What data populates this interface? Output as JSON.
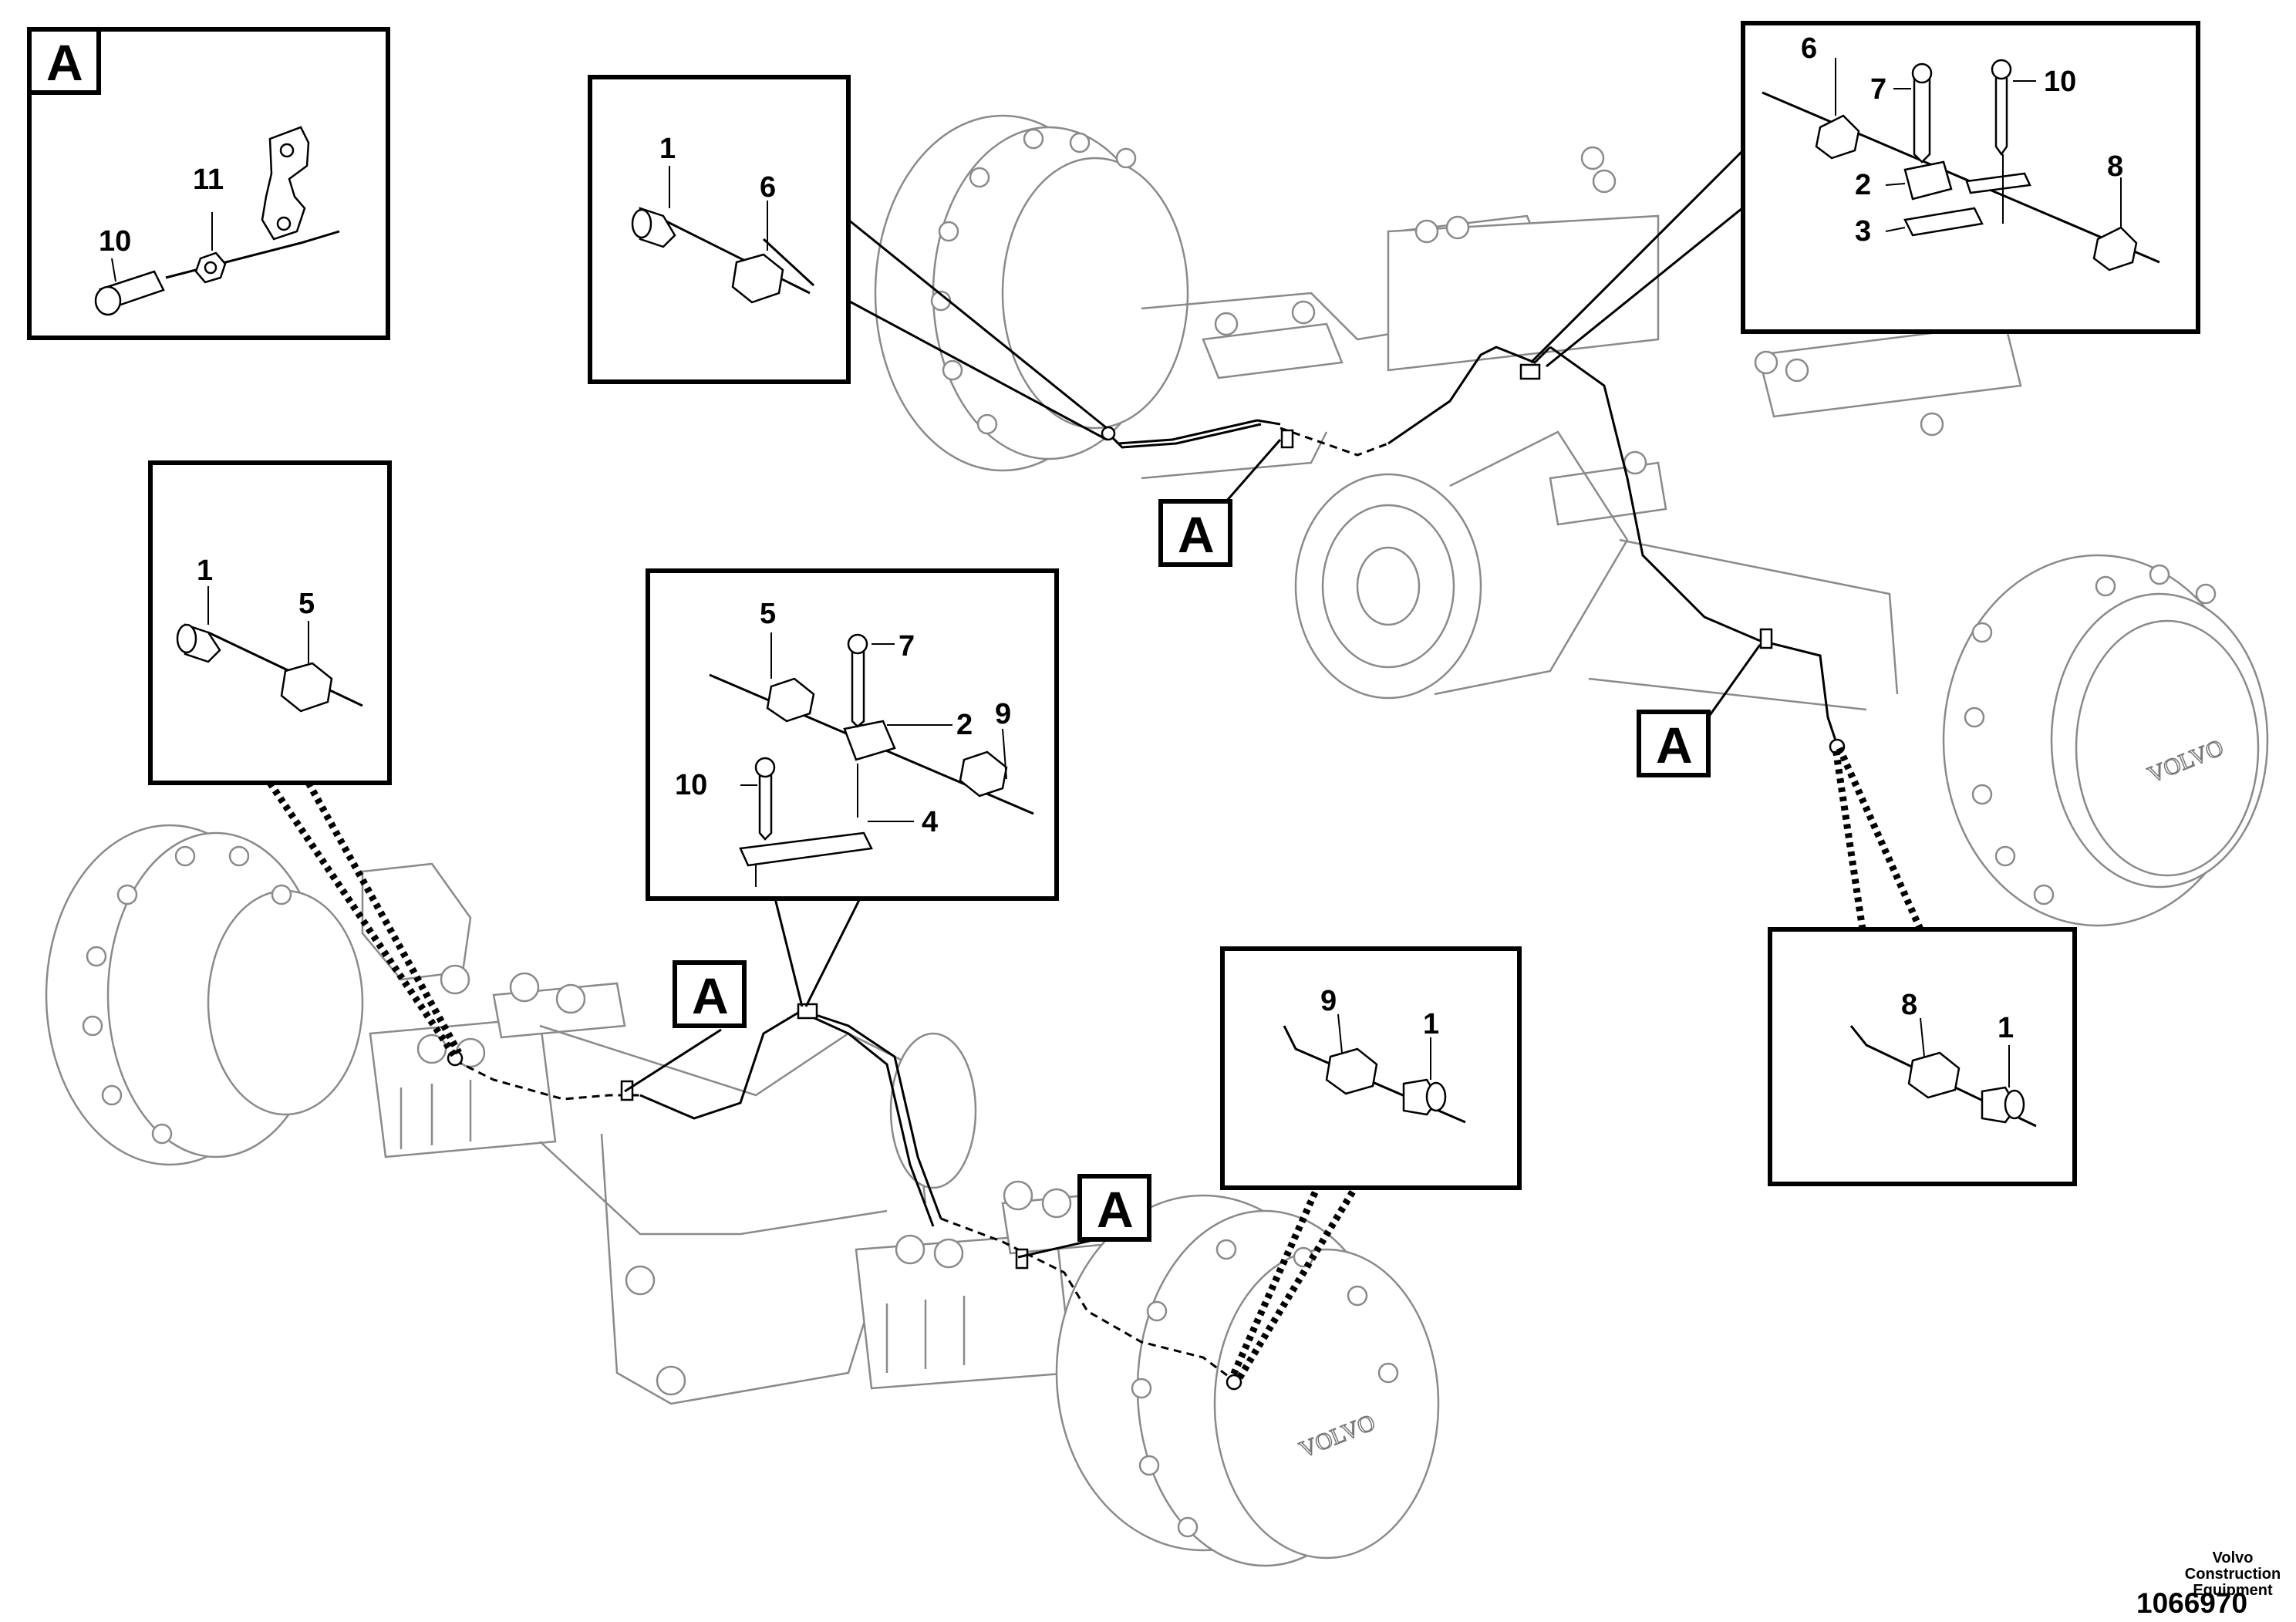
{
  "detail_tag": "A",
  "callouts": {
    "inset_a": [
      "10",
      "11"
    ],
    "inset_top_left": [
      "1",
      "6"
    ],
    "inset_top_right": [
      "6",
      "7",
      "10",
      "2",
      "3",
      "8"
    ],
    "inset_left": [
      "1",
      "5"
    ],
    "inset_center": [
      "5",
      "7",
      "2",
      "9",
      "10",
      "4"
    ],
    "inset_bottom_mid": [
      "9",
      "1"
    ],
    "inset_bottom_right": [
      "8",
      "1"
    ]
  },
  "hub_logo": "VOLVO",
  "footer": {
    "credit_line1": "Volvo Construction",
    "credit_line2": "Equipment",
    "drawing_number": "1066970"
  }
}
